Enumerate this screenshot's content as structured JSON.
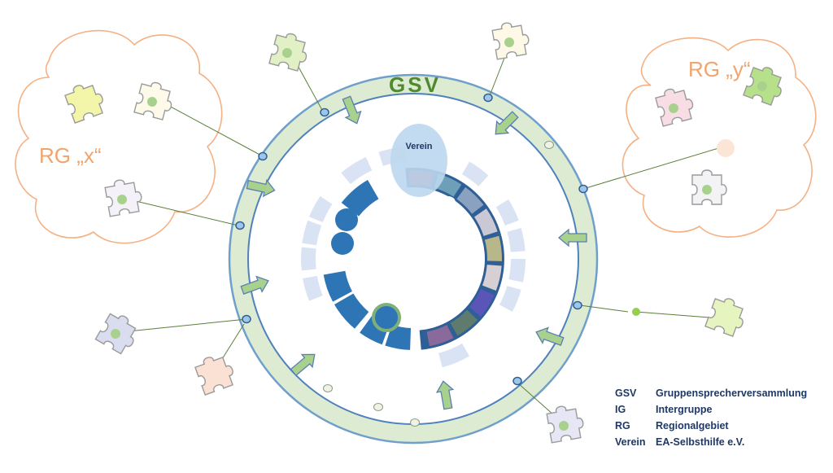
{
  "labels": {
    "gsv": "GSV",
    "rg_x": "RG „x“",
    "rg_y": "RG „y“",
    "verein": "Verein",
    "ig": "IG"
  },
  "legend": [
    {
      "abbr": "GSV",
      "definition": "Gruppensprecherversammlung"
    },
    {
      "abbr": "IG",
      "definition": "Intergruppe"
    },
    {
      "abbr": "RG",
      "definition": "Regionalgebiet"
    },
    {
      "abbr": "Verein",
      "definition": "EA-Selbsthilfe e.V."
    }
  ],
  "colors": {
    "ring_fill": "#dcebd2",
    "ring_border": "#6f9fcb",
    "arrow_fill": "#a9d18e",
    "arrow_stroke": "#5a7fb0",
    "cloud_stroke": "#f4b183",
    "rg_text": "#f0a46e",
    "gsv_text": "#4e8a2e",
    "legend_text": "#1f3864",
    "dark_blue": "#2e75b6",
    "light_blue": "#dae3f3",
    "verein_fill": "#bdd7ee"
  },
  "icons": [
    "puzzle-piece-icon",
    "arrow-icon",
    "dot-icon"
  ]
}
